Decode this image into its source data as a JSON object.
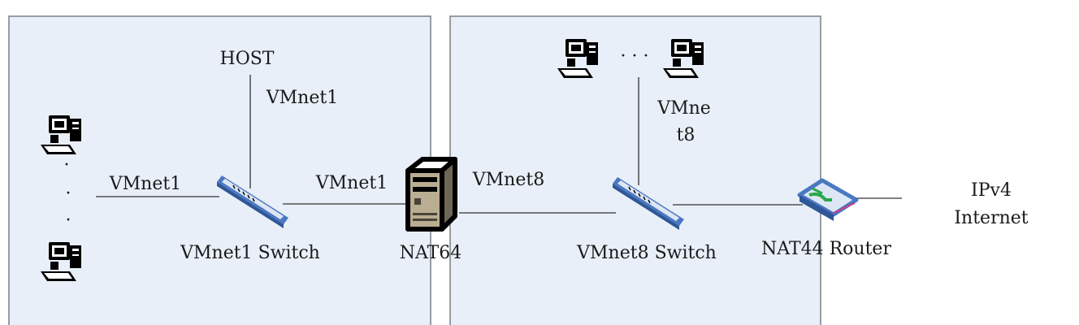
{
  "labels": {
    "host": "HOST",
    "vmnet1_host_link": "VMnet1",
    "vmnet1_left_link": "VMnet1",
    "vmnet1_nat_link": "VMnet1",
    "vmnet1_switch": "VMnet1 Switch",
    "nat64": "NAT64",
    "vmnet8_link": "VMnet8",
    "vmnet8_vertical_line1": "VMne",
    "vmnet8_vertical_line2": "t8",
    "vmnet8_switch": "VMnet8 Switch",
    "nat44_router": "NAT44 Router",
    "internet_line1": "IPv4",
    "internet_line2": "Internet",
    "ellipsis_hosts": "· · ·",
    "vertical_dots": "·"
  },
  "colors": {
    "panel_fill": "#e9eff8",
    "panel_border": "#7a7f86",
    "line": "#333333",
    "device_blue": "#4a78c2",
    "router_pink": "#c8407c"
  },
  "icons": {
    "computer": "desktop-computer-icon",
    "switch": "network-switch-icon",
    "server": "server-tower-icon",
    "router": "router-icon"
  }
}
